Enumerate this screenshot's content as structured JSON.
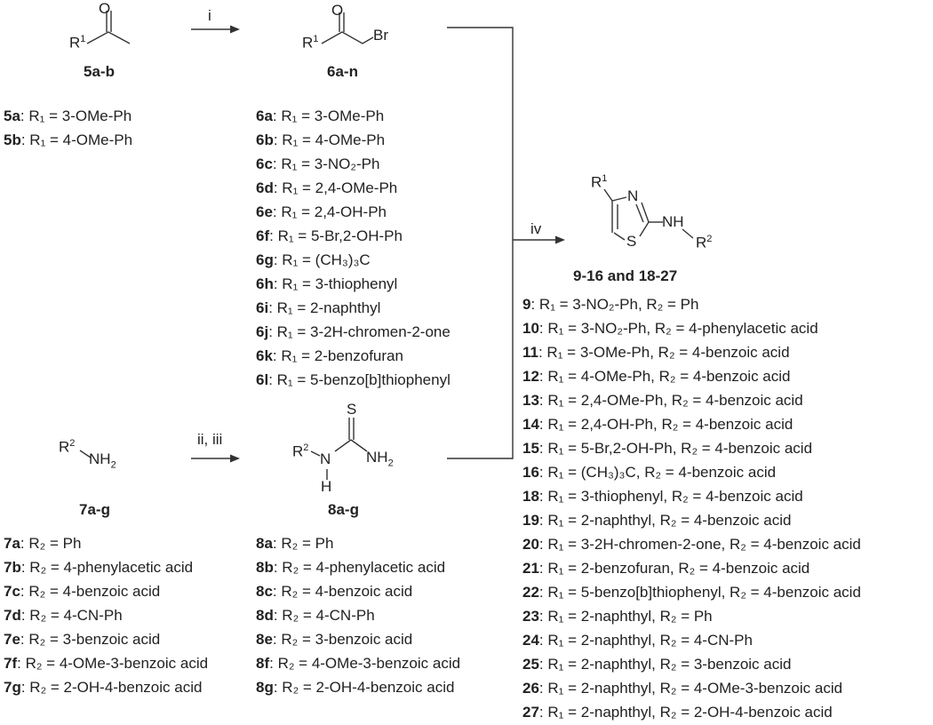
{
  "reagents": {
    "step1": "i",
    "step2": "ii, iii",
    "step3": "iv"
  },
  "atoms": {
    "o": "O",
    "s": "S",
    "br": "Br",
    "n": "N",
    "h": "H",
    "r": "R",
    "sup1": "1",
    "sup2": "2",
    "nh": "NH",
    "nh2_base": "NH",
    "nh2_sub": "2"
  },
  "compounds": {
    "c5": "5a-b",
    "c6": "6a-n",
    "c7": "7a-g",
    "c8": "8a-g",
    "c9": "9-16 and 18-27"
  },
  "list5": [
    {
      "id": "5a",
      "text": ": R₁ = 3-OMe-Ph"
    },
    {
      "id": "5b",
      "text": ": R₁ = 4-OMe-Ph"
    }
  ],
  "list6": [
    {
      "id": "6a",
      "text": ": R₁ = 3-OMe-Ph"
    },
    {
      "id": "6b",
      "text": ": R₁ = 4-OMe-Ph"
    },
    {
      "id": "6c",
      "text": ": R₁ = 3-NO₂-Ph"
    },
    {
      "id": "6d",
      "text": ": R₁ = 2,4-OMe-Ph"
    },
    {
      "id": "6e",
      "text": ": R₁ = 2,4-OH-Ph"
    },
    {
      "id": "6f",
      "text": ": R₁ = 5-Br,2-OH-Ph"
    },
    {
      "id": "6g",
      "text": ": R₁ = (CH₃)₃C"
    },
    {
      "id": "6h",
      "text": ": R₁ = 3-thiophenyl"
    },
    {
      "id": "6i",
      "text": ": R₁ = 2-naphthyl"
    },
    {
      "id": "6j",
      "text": ": R₁ = 3-2H-chromen-2-one"
    },
    {
      "id": "6k",
      "text": ": R₁ = 2-benzofuran"
    },
    {
      "id": "6l",
      "text": ": R₁ = 5-benzo[b]thiophenyl"
    }
  ],
  "list7": [
    {
      "id": "7a",
      "text": ": R₂ = Ph"
    },
    {
      "id": "7b",
      "text": ": R₂ = 4-phenylacetic acid"
    },
    {
      "id": "7c",
      "text": ": R₂ = 4-benzoic acid"
    },
    {
      "id": "7d",
      "text": ": R₂ = 4-CN-Ph"
    },
    {
      "id": "7e",
      "text": ": R₂ = 3-benzoic acid"
    },
    {
      "id": "7f",
      "text": ": R₂ = 4-OMe-3-benzoic acid"
    },
    {
      "id": "7g",
      "text": ": R₂ = 2-OH-4-benzoic acid"
    }
  ],
  "list8": [
    {
      "id": "8a",
      "text": ": R₂ = Ph"
    },
    {
      "id": "8b",
      "text": ": R₂ = 4-phenylacetic acid"
    },
    {
      "id": "8c",
      "text": ": R₂ = 4-benzoic acid"
    },
    {
      "id": "8d",
      "text": ": R₂ = 4-CN-Ph"
    },
    {
      "id": "8e",
      "text": ": R₂ = 3-benzoic acid"
    },
    {
      "id": "8f",
      "text": ": R₂ = 4-OMe-3-benzoic acid"
    },
    {
      "id": "8g",
      "text": ": R₂ = 2-OH-4-benzoic acid"
    }
  ],
  "list9": [
    {
      "id": "9",
      "text": ": R₁ = 3-NO₂-Ph, R₂ = Ph"
    },
    {
      "id": "10",
      "text": ": R₁ = 3-NO₂-Ph, R₂ = 4-phenylacetic acid"
    },
    {
      "id": "11",
      "text": ": R₁ = 3-OMe-Ph, R₂ = 4-benzoic acid"
    },
    {
      "id": "12",
      "text": ": R₁ = 4-OMe-Ph, R₂ = 4-benzoic acid"
    },
    {
      "id": "13",
      "text": ": R₁ = 2,4-OMe-Ph, R₂ = 4-benzoic acid"
    },
    {
      "id": "14",
      "text": ": R₁ = 2,4-OH-Ph, R₂ = 4-benzoic acid"
    },
    {
      "id": "15",
      "text": ": R₁ = 5-Br,2-OH-Ph, R₂ = 4-benzoic acid"
    },
    {
      "id": "16",
      "text": ": R₁ = (CH₃)₃C, R₂ =  4-benzoic acid"
    },
    {
      "id": "18",
      "text": ": R₁ = 3-thiophenyl, R₂ = 4-benzoic acid"
    },
    {
      "id": "19",
      "text": ": R₁ = 2-naphthyl, R₂ = 4-benzoic acid"
    },
    {
      "id": "20",
      "text": ": R₁ = 3-2H-chromen-2-one, R₂ = 4-benzoic acid"
    },
    {
      "id": "21",
      "text": ": R₁ = 2-benzofuran, R₂ = 4-benzoic acid"
    },
    {
      "id": "22",
      "text": ": R₁ = 5-benzo[b]thiophenyl, R₂ = 4-benzoic acid"
    },
    {
      "id": "23",
      "text": ": R₁ = 2-naphthyl, R₂ = Ph"
    },
    {
      "id": "24",
      "text": ": R₁ = 2-naphthyl, R₂ = 4-CN-Ph"
    },
    {
      "id": "25",
      "text": ": R₁ = 2-naphthyl, R₂ = 3-benzoic acid"
    },
    {
      "id": "26",
      "text": ": R₁ = 2-naphthyl, R₂ = 4-OMe-3-benzoic acid"
    },
    {
      "id": "27",
      "text": ": R₁ = 2-naphthyl, R₂ = 2-OH-4-benzoic acid"
    }
  ]
}
